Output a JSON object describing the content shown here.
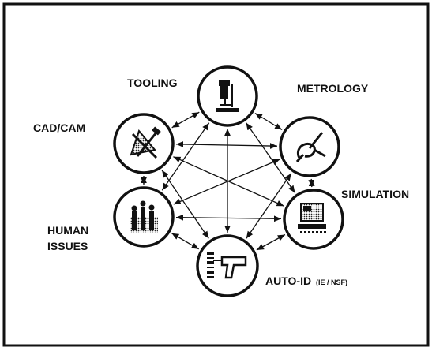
{
  "diagram": {
    "nodes": [
      {
        "id": "tooling",
        "label": "TOOLING",
        "icon": "drill-press-icon"
      },
      {
        "id": "metrology",
        "label": "METROLOGY",
        "icon": "caliper-icon"
      },
      {
        "id": "simulation",
        "label": "SIMULATION",
        "icon": "computer-monitor-icon"
      },
      {
        "id": "auto_id",
        "label": "AUTO-ID",
        "sublabel": "(IE / NSF)",
        "icon": "barcode-scanner-icon"
      },
      {
        "id": "human_issues",
        "label_lines": [
          "HUMAN",
          "ISSUES"
        ],
        "icon": "people-group-icon"
      },
      {
        "id": "cad_cam",
        "label": "CAD/CAM",
        "icon": "drafting-tools-icon"
      }
    ],
    "connections": "all nodes connected to all others (bidirectional arrows)"
  }
}
